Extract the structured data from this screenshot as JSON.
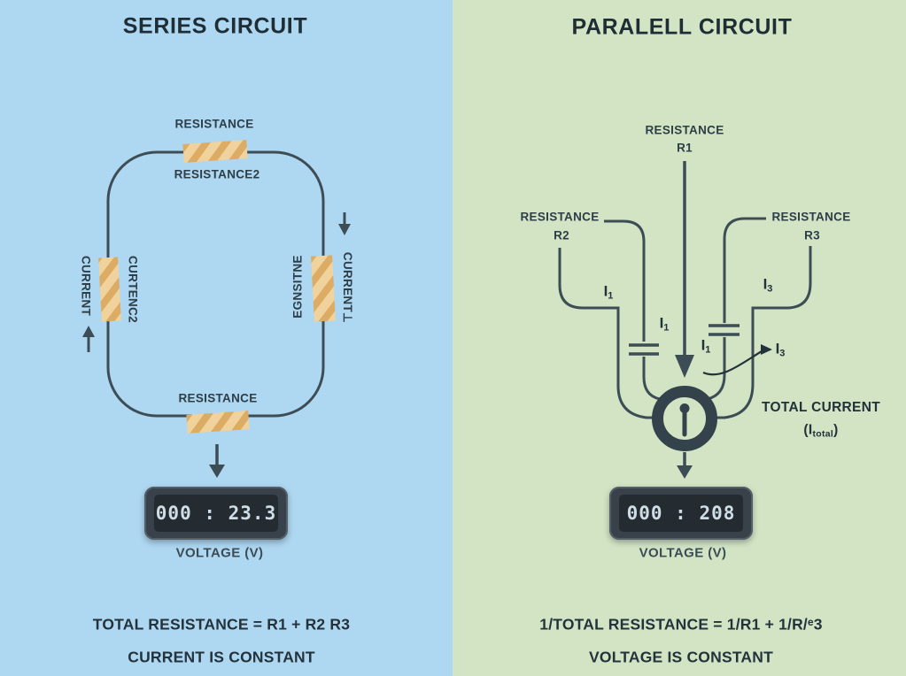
{
  "series": {
    "title": "SERIES CIRCUIT",
    "labels": {
      "top_resistance": "RESISTANCE",
      "top_resistance2": "RESISTANCE2",
      "bottom_resistance": "RESISTANCE",
      "left_outer": "CURRENT",
      "left_inner": "CURTENC2",
      "right_inner": "EGNSITNE",
      "right_outer": "CURRENT⊥"
    },
    "display": {
      "value": "000 : 23.3",
      "caption": "VOLTAGE (V)"
    },
    "formula": "TOTAL RESISTANCE = R1 + R2 R3",
    "note": "CURRENT IS CONSTANT"
  },
  "parallel": {
    "title": "PARALELL CIRCUIT",
    "resistors": {
      "r1": {
        "line1": "RESISTANCE",
        "line2": "R1"
      },
      "r2": {
        "line1": "RESISTANCE",
        "line2": "R2"
      },
      "r3": {
        "line1": "RESISTANCE",
        "line2": "R3"
      }
    },
    "currents": {
      "i1_top": {
        "base": "I",
        "sub": "1"
      },
      "i1_branch": {
        "base": "I",
        "sub": "1"
      },
      "i1_center": {
        "base": "I",
        "sub": "1"
      },
      "i3_top": {
        "base": "I",
        "sub": "3"
      },
      "i3_arrow": {
        "base": "I",
        "sub": "3"
      }
    },
    "total_current": {
      "label": "TOTAL CURRENT",
      "pre": "(I",
      "sub": "total",
      "post": ")"
    },
    "display": {
      "value": "000 : 208",
      "caption": "VOLTAGE (V)"
    },
    "formula": "1/TOTAL RESISTANCE = 1/R1 + 1/R/ᵉ3",
    "note": "VOLTAGE IS CONSTANT"
  },
  "colors": {
    "series_bg": "#aed7f1",
    "parallel_bg": "#d2e4c4",
    "wire": "#3d4d55",
    "text_dark": "#22313a",
    "resistor_fill": "#f0d29d",
    "resistor_stripe": "#dcab64",
    "display_bezel": "#39424a",
    "display_screen": "#242b31",
    "display_digits": "#cfdde7",
    "meter_ring": "#33424b"
  }
}
